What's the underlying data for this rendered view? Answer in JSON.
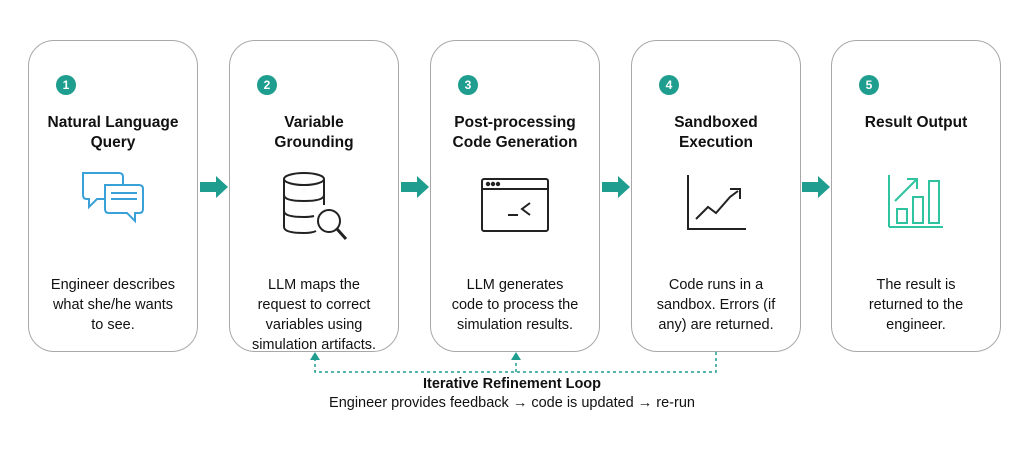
{
  "steps": [
    {
      "number": "1",
      "title": "Natural Language\nQuery",
      "description": "Engineer describes\nwhat she/he wants\nto see.",
      "icon": "chat-bubbles-icon"
    },
    {
      "number": "2",
      "title": "Variable\nGrounding",
      "description": "LLM maps the\nrequest to correct\nvariables using\nsimulation artifacts.",
      "icon": "database-search-icon"
    },
    {
      "number": "3",
      "title": "Post-processing\nCode Generation",
      "description": "LLM generates\ncode to process the\nsimulation results.",
      "icon": "code-window-icon"
    },
    {
      "number": "4",
      "title": "Sandboxed\nExecution",
      "description": "Code runs in a\nsandbox. Errors (if\nany) are returned.",
      "icon": "line-chart-icon"
    },
    {
      "number": "5",
      "title": "Result Output",
      "description": "The result is\nreturned to the\nengineer.",
      "icon": "bar-chart-icon"
    }
  ],
  "loop": {
    "title": "Iterative Refinement Loop",
    "subtitle": "Engineer provides feedback → code is updated → re-run"
  },
  "colors": {
    "accent": "#1f9e8f",
    "card_border": "#a8a8a8",
    "blue_icon": "#3aa0d8",
    "green_icon": "#2ec4a0"
  }
}
